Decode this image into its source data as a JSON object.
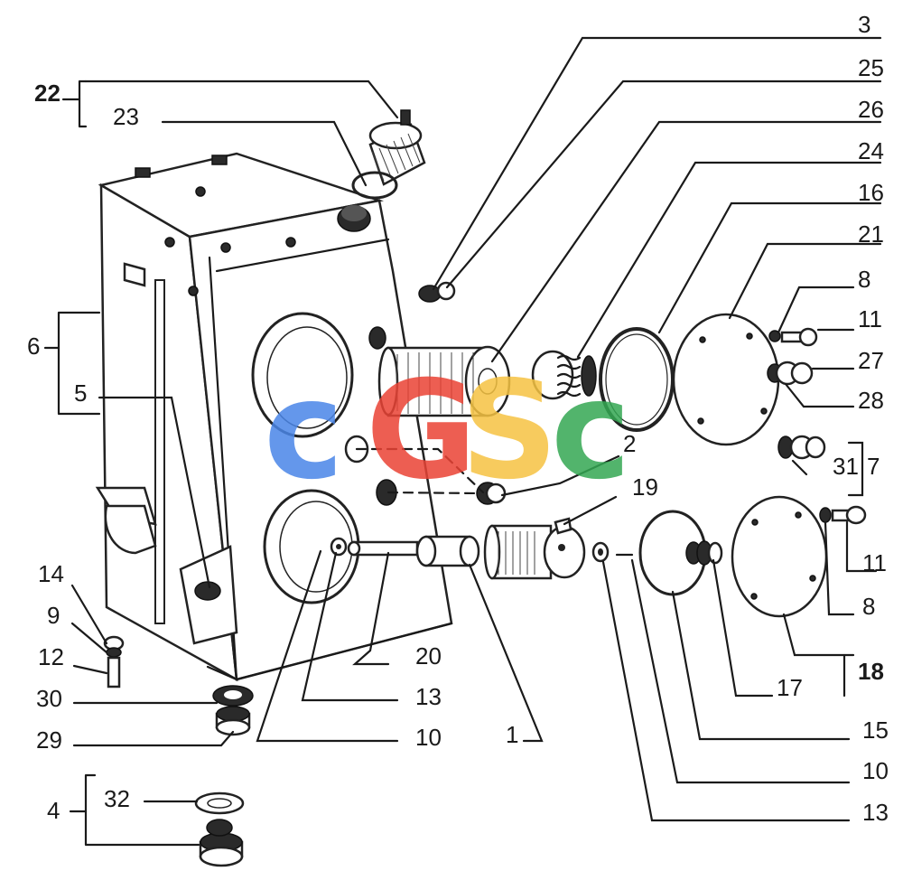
{
  "watermark": {
    "letters": [
      "c",
      "G",
      "S",
      "c"
    ],
    "colors": [
      "#4a86e8",
      "#ea4335",
      "#f6c342",
      "#34a853"
    ]
  },
  "callouts": [
    {
      "id": "c1",
      "text": "1"
    },
    {
      "id": "c2",
      "text": "2"
    },
    {
      "id": "c3",
      "text": "3"
    },
    {
      "id": "c4",
      "text": "4"
    },
    {
      "id": "c5",
      "text": "5"
    },
    {
      "id": "c6",
      "text": "6"
    },
    {
      "id": "c7",
      "text": "7"
    },
    {
      "id": "c8a",
      "text": "8"
    },
    {
      "id": "c8b",
      "text": "8"
    },
    {
      "id": "c9",
      "text": "9"
    },
    {
      "id": "c10a",
      "text": "10"
    },
    {
      "id": "c10b",
      "text": "10"
    },
    {
      "id": "c11a",
      "text": "11"
    },
    {
      "id": "c11b",
      "text": "11"
    },
    {
      "id": "c12",
      "text": "12"
    },
    {
      "id": "c13a",
      "text": "13"
    },
    {
      "id": "c13b",
      "text": "13"
    },
    {
      "id": "c14",
      "text": "14"
    },
    {
      "id": "c15",
      "text": "15"
    },
    {
      "id": "c16",
      "text": "16"
    },
    {
      "id": "c17",
      "text": "17"
    },
    {
      "id": "c18",
      "text": "18"
    },
    {
      "id": "c19",
      "text": "19"
    },
    {
      "id": "c20",
      "text": "20"
    },
    {
      "id": "c21",
      "text": "21"
    },
    {
      "id": "c22",
      "text": "22"
    },
    {
      "id": "c23",
      "text": "23"
    },
    {
      "id": "c24",
      "text": "24"
    },
    {
      "id": "c25",
      "text": "25"
    },
    {
      "id": "c26",
      "text": "26"
    },
    {
      "id": "c27",
      "text": "27"
    },
    {
      "id": "c28",
      "text": "28"
    },
    {
      "id": "c29",
      "text": "29"
    },
    {
      "id": "c30",
      "text": "30"
    },
    {
      "id": "c31",
      "text": "31"
    },
    {
      "id": "c32",
      "text": "32"
    }
  ]
}
